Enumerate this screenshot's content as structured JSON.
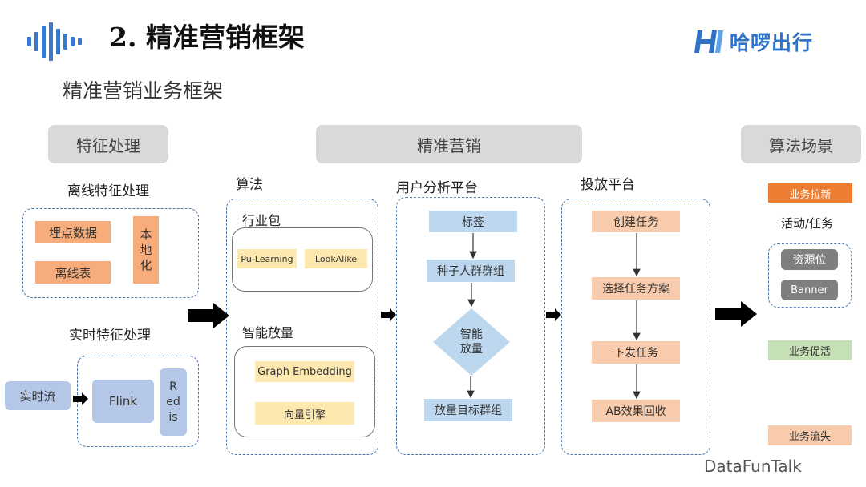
{
  "header": {
    "title": "2. 精准营销框架",
    "brand": "哈啰出行",
    "subtitle": "精准营销业务框架"
  },
  "sections": {
    "feature": "特征处理",
    "marketing": "精准营销",
    "scene": "算法场景"
  },
  "feature": {
    "offline_title": "离线特征处理",
    "offline_items": [
      "埋点数据",
      "离线表"
    ],
    "localize": "本\n地\n化",
    "realtime_title": "实时特征处理",
    "stream": "实时流",
    "flink": "Flink",
    "redis": "R\ned\nis"
  },
  "algorithm": {
    "title": "算法",
    "industry_title": "行业包",
    "industry_items": [
      "Pu-Learning",
      "LookAlike"
    ],
    "amplify_title": "智能放量",
    "amplify_items": [
      "Graph Embedding",
      "向量引擎"
    ]
  },
  "user_platform": {
    "title": "用户分析平台",
    "tag": "标签",
    "seed": "种子人群群组",
    "diamond": "智能\n放量",
    "target": "放量目标群组"
  },
  "delivery": {
    "title": "投放平台",
    "steps": [
      "创建任务",
      "选择任务方案",
      "下发任务",
      "AB效果回收"
    ]
  },
  "scene": {
    "pull_new": "业务拉新",
    "activity": "活动/任务",
    "resource": "资源位",
    "banner": "Banner",
    "promote": "业务促活",
    "churn": "业务流失"
  },
  "footer": "DataFunTalk",
  "colors": {
    "accent_blue": "#3a78c9",
    "orange": "#f6ad7b",
    "deep_orange": "#ed7d31",
    "yellow": "#fde9b0",
    "blue": "#b4c7e7",
    "light_blue": "#bdd7ee",
    "peach": "#f8cbad",
    "green": "#c5e0b4",
    "gray": "#d9d9d9",
    "dark_gray": "#7f7f7f"
  }
}
